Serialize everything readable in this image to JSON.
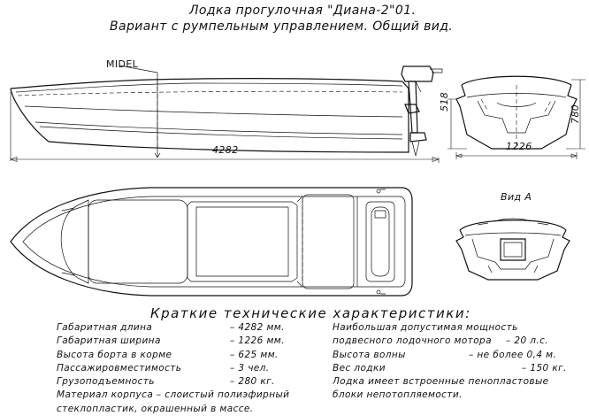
{
  "header": {
    "title": "Лодка прогулочная \"Диана-2\"01.",
    "subtitle": "Вариант с румпельным управлением. Общий вид."
  },
  "drawing": {
    "midel_label": "MIDEL",
    "length_dim": "4282",
    "height_dim_518": "518",
    "height_dim_780": "780",
    "width_dim": "1226",
    "view_a_label": "Вид А"
  },
  "specs": {
    "heading": "Краткие технические характеристики:",
    "left": [
      {
        "name": "Габаритная длина",
        "value": "– 4282 мм."
      },
      {
        "name": "Габаритная ширина",
        "value": "– 1226 мм."
      },
      {
        "name": "Высота борта в корме",
        "value": "– 625 мм."
      },
      {
        "name": "Пассажировместимость",
        "value": "– 3 чел."
      },
      {
        "name": "Грузоподъемность",
        "value": "– 280 кг."
      }
    ],
    "material_line1": "Материал корпуса – слоистый полиэфирный",
    "material_line2": "стеклопластик, окрашенный в массе.",
    "right": [
      {
        "text": "Наибольшая допустимая мощность"
      },
      {
        "text": "подвесного лодочного мотора",
        "value": "– 20 л.с."
      },
      {
        "text": "Высота волны",
        "value": "– не более 0,4 м."
      },
      {
        "text": "Вес лодки",
        "value": "– 150 кг."
      },
      {
        "text": "Лодка имеет встроенные пенопластовые"
      },
      {
        "text": "блоки непотопляемости."
      }
    ]
  }
}
